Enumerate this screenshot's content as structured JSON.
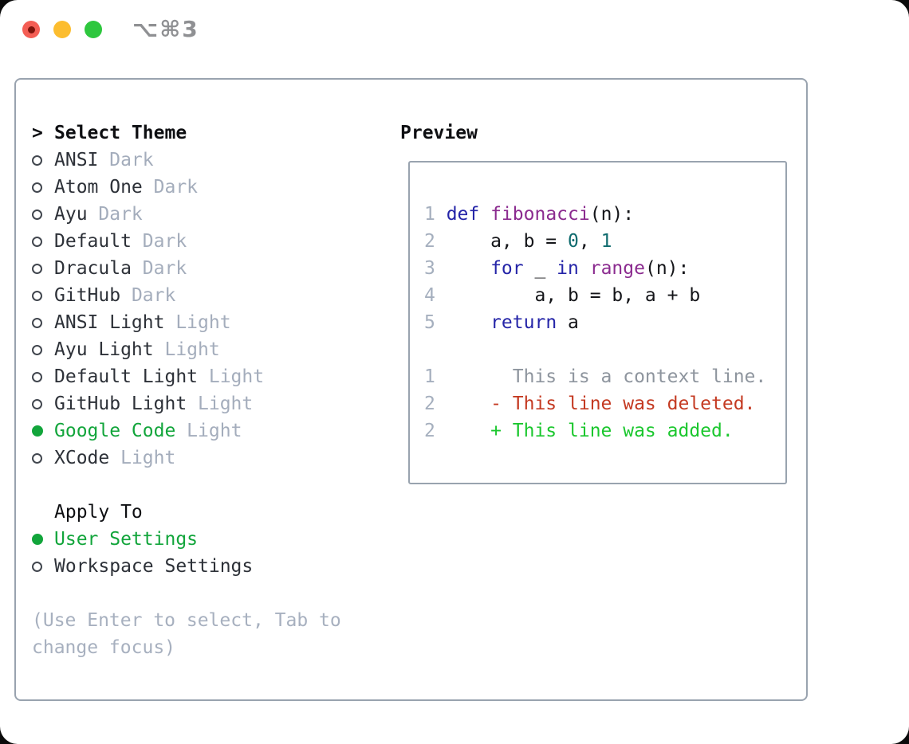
{
  "window": {
    "title": "⌥⌘3"
  },
  "theme_panel": {
    "header_marker": ">",
    "header": "Select Theme",
    "items": [
      {
        "label": "ANSI",
        "variant": "Dark",
        "selected": false
      },
      {
        "label": "Atom One",
        "variant": "Dark",
        "selected": false
      },
      {
        "label": "Ayu",
        "variant": "Dark",
        "selected": false
      },
      {
        "label": "Default",
        "variant": "Dark",
        "selected": false
      },
      {
        "label": "Dracula",
        "variant": "Dark",
        "selected": false
      },
      {
        "label": "GitHub",
        "variant": "Dark",
        "selected": false
      },
      {
        "label": "ANSI Light",
        "variant": "Light",
        "selected": false
      },
      {
        "label": "Ayu Light",
        "variant": "Light",
        "selected": false
      },
      {
        "label": "Default Light",
        "variant": "Light",
        "selected": false
      },
      {
        "label": "GitHub Light",
        "variant": "Light",
        "selected": false
      },
      {
        "label": "Google Code",
        "variant": "Light",
        "selected": true
      },
      {
        "label": "XCode",
        "variant": "Light",
        "selected": false
      }
    ]
  },
  "apply_panel": {
    "header": "Apply To",
    "items": [
      {
        "label": "User Settings",
        "selected": true
      },
      {
        "label": "Workspace Settings",
        "selected": false
      }
    ]
  },
  "hint": "(Use Enter to select, Tab to change focus)",
  "preview": {
    "header": "Preview",
    "code_lines": [
      {
        "num": "1",
        "tokens": [
          {
            "text": "def",
            "style": "keyword"
          },
          {
            "text": " ",
            "style": "plain"
          },
          {
            "text": "fibonacci",
            "style": "function"
          },
          {
            "text": "(n):",
            "style": "plain"
          }
        ]
      },
      {
        "num": "2",
        "tokens": [
          {
            "text": "    a, b = ",
            "style": "plain"
          },
          {
            "text": "0",
            "style": "number"
          },
          {
            "text": ", ",
            "style": "plain"
          },
          {
            "text": "1",
            "style": "number"
          }
        ]
      },
      {
        "num": "3",
        "tokens": [
          {
            "text": "    ",
            "style": "plain"
          },
          {
            "text": "for",
            "style": "keyword"
          },
          {
            "text": " _ ",
            "style": "plain"
          },
          {
            "text": "in",
            "style": "keyword"
          },
          {
            "text": " ",
            "style": "plain"
          },
          {
            "text": "range",
            "style": "function"
          },
          {
            "text": "(n):",
            "style": "plain"
          }
        ]
      },
      {
        "num": "4",
        "tokens": [
          {
            "text": "        a, b = b, a + b",
            "style": "plain"
          }
        ]
      },
      {
        "num": "5",
        "tokens": [
          {
            "text": "    ",
            "style": "plain"
          },
          {
            "text": "return",
            "style": "keyword"
          },
          {
            "text": " a",
            "style": "plain"
          }
        ]
      }
    ],
    "diff_lines": [
      {
        "num": "1",
        "tokens": [
          {
            "text": "      This is a context line.",
            "style": "context"
          }
        ]
      },
      {
        "num": "2",
        "tokens": [
          {
            "text": "    - This line was deleted.",
            "style": "deleted"
          }
        ]
      },
      {
        "num": "2",
        "tokens": [
          {
            "text": "    + This line was added.",
            "style": "added"
          }
        ]
      }
    ]
  },
  "colors": {
    "accent_green": "#12a53b",
    "keyword": "#2525a8",
    "function": "#8b2b8f",
    "number": "#0f6b6e",
    "plain": "#141519",
    "line_number": "#a5afbe",
    "context": "#8e959e",
    "deleted": "#c43a22",
    "added": "#1bc72e",
    "muted": "#a4adbc",
    "hint_text": "#a7b0bf",
    "border": "#99a3af",
    "item_text": "#2d3138",
    "header_text": "#0e0f12"
  }
}
